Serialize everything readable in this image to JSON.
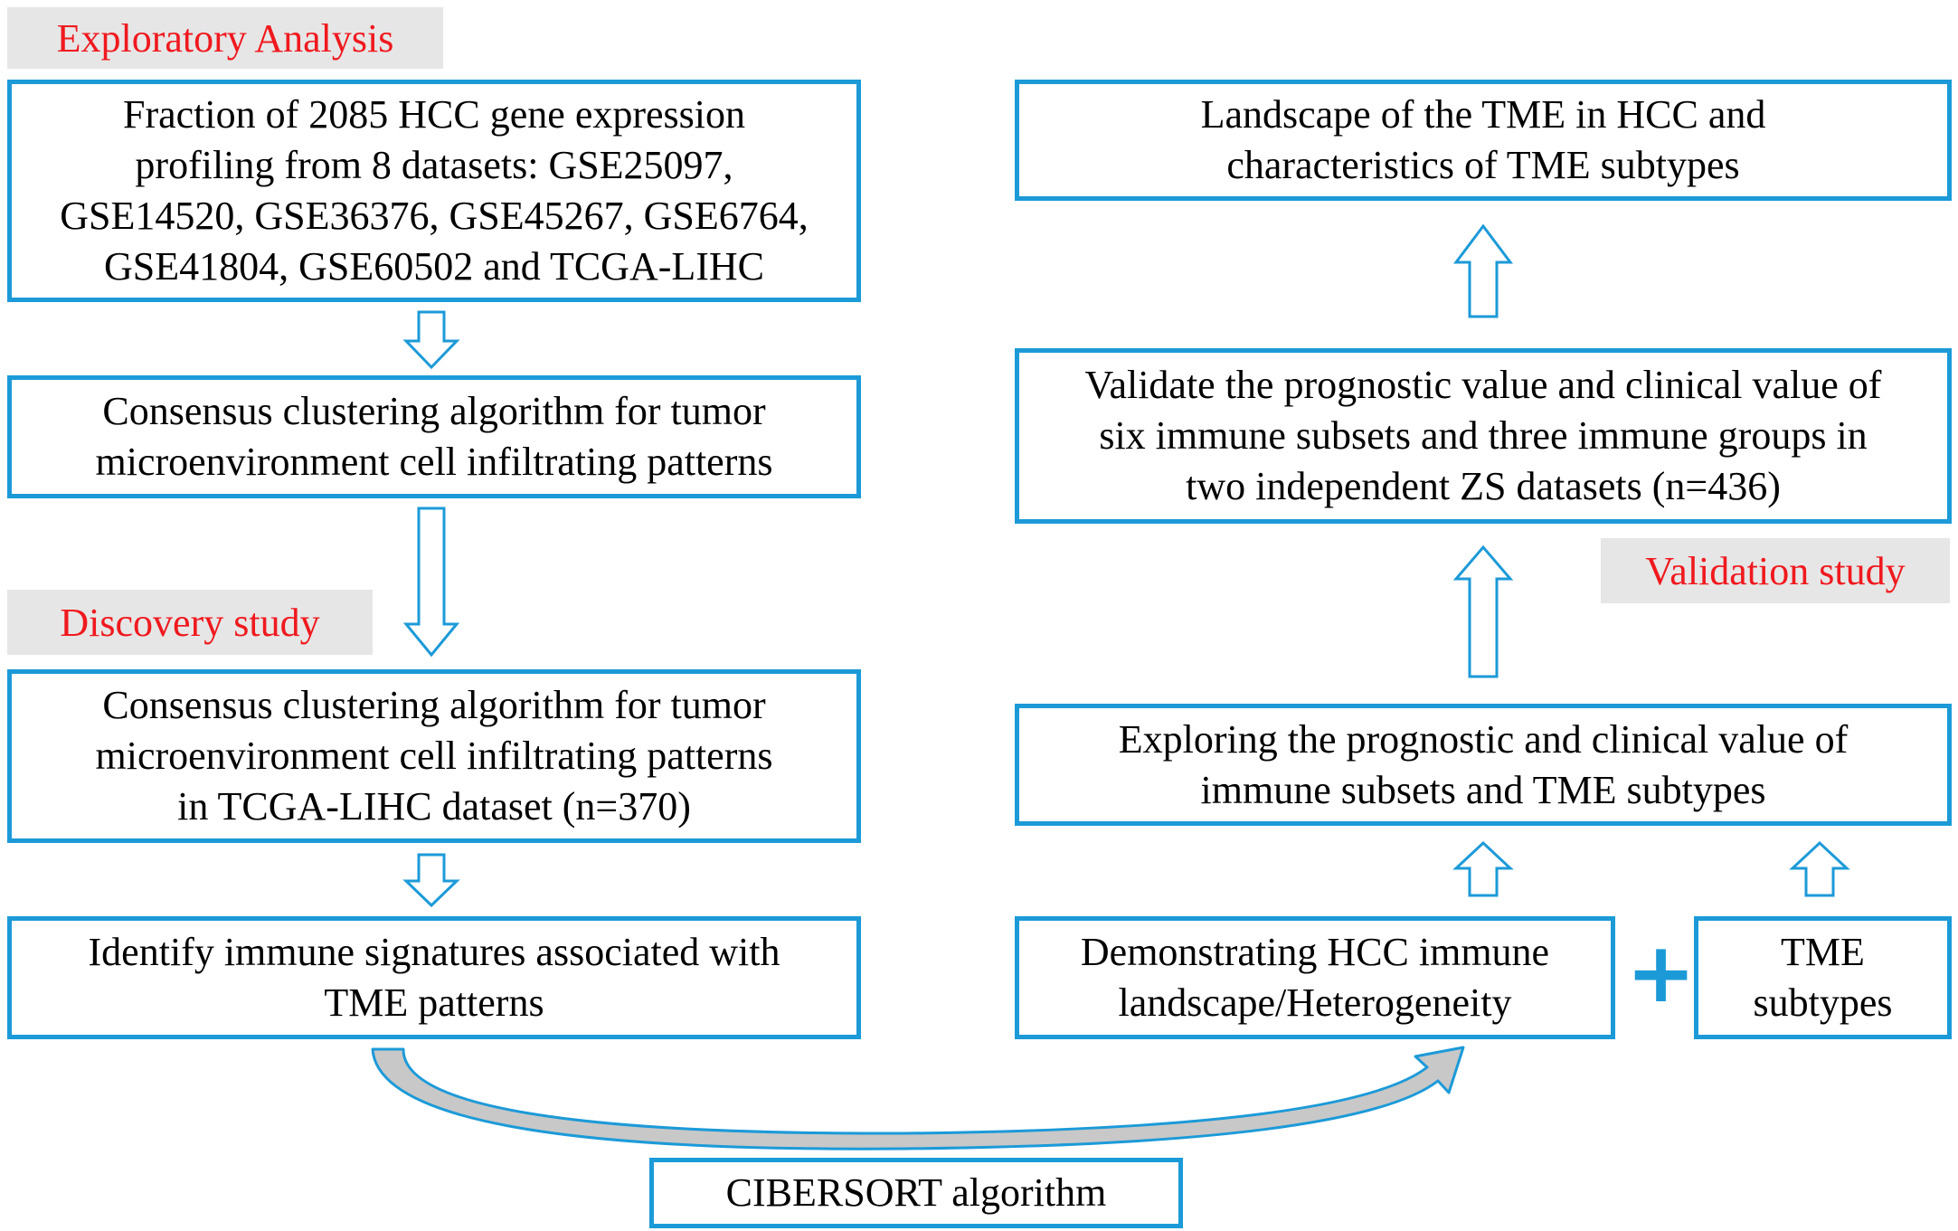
{
  "labels": {
    "exploratory": "Exploratory Analysis",
    "discovery": "Discovery study",
    "validation": "Validation study"
  },
  "left": {
    "box1": [
      "Fraction of 2085 HCC gene expression",
      "profiling from 8 datasets: GSE25097,",
      "GSE14520, GSE36376, GSE45267, GSE6764,",
      "GSE41804, GSE60502 and TCGA-LIHC"
    ],
    "box2": [
      "Consensus clustering algorithm for tumor",
      "microenvironment cell infiltrating patterns"
    ],
    "box3": [
      "Consensus clustering algorithm for tumor",
      "microenvironment cell infiltrating patterns",
      "in TCGA-LIHC dataset (n=370)"
    ],
    "box4": [
      "Identify immune signatures associated with",
      "TME patterns"
    ]
  },
  "right": {
    "box1": [
      "Landscape of the TME in HCC and",
      "characteristics of TME subtypes"
    ],
    "box2": [
      "Validate the prognostic value and clinical value of",
      "six immune subsets and three immune groups in",
      "two  independent ZS datasets  (n=436)"
    ],
    "box3": [
      "Exploring the prognostic and clinical value of",
      "immune subsets and TME subtypes"
    ],
    "box4": [
      "Demonstrating HCC immune",
      "landscape/Heterogeneity"
    ],
    "box5": [
      "TME",
      "subtypes"
    ]
  },
  "plus_sign": "+",
  "bottom_box": "CIBERSORT algorithm",
  "colors": {
    "box_border": "#1c9ad8",
    "label_text": "#f0191e",
    "label_background": "#e6e6e6",
    "curved_arrow_fill": "#c8c8c8"
  }
}
